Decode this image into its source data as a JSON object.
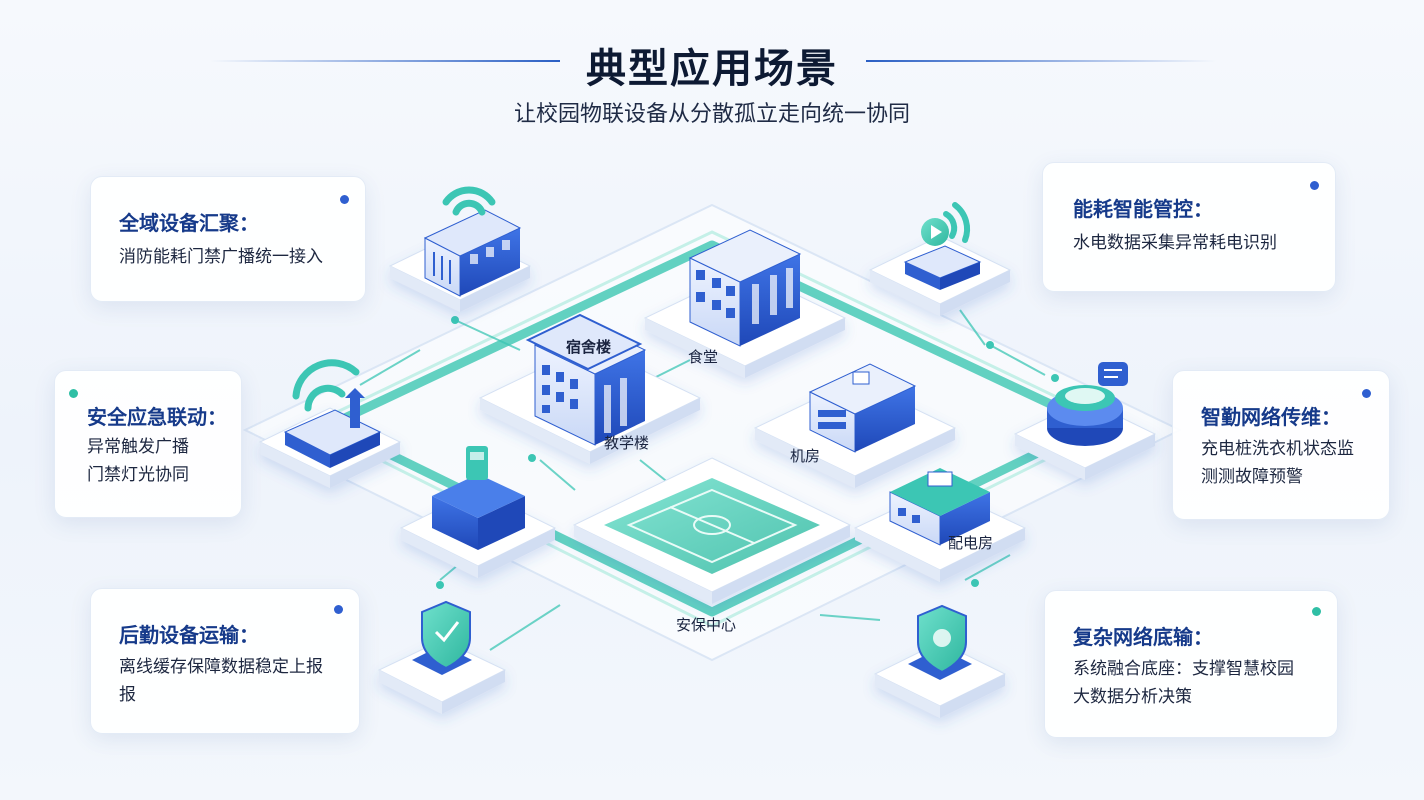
{
  "header": {
    "title": "典型应用场景",
    "subtitle": "让校园物联设备从分散孤立走向统一协同"
  },
  "buildings": {
    "dorm_sign": "宿舍楼",
    "canteen": "食堂",
    "teaching": "教学楼",
    "server_room": "机房",
    "power_room": "配电房",
    "security": "安保中心"
  },
  "cards": [
    {
      "title": "全域设备汇聚：",
      "lines": [
        "消防能耗门禁广播统一接入"
      ]
    },
    {
      "title": "安全应急联动：",
      "lines": [
        "异常触发广播",
        "门禁灯光协同"
      ]
    },
    {
      "title": "后勤设备运输：",
      "lines": [
        "离线缓存保障数据稳定上报",
        "报"
      ]
    },
    {
      "title": "能耗智能管控：",
      "lines": [
        "水电数据采集异常耗电识别"
      ]
    },
    {
      "title": "智勤网络传维：",
      "lines": [
        "充电桩洗衣机状态监",
        "测测故障预警"
      ]
    },
    {
      "title": "复杂网络底输：",
      "lines": [
        "系统融合底座：支撑智慧校园",
        "大数据分析决策"
      ]
    }
  ],
  "colors": {
    "accent_blue": "#2f5fd0",
    "teal": "#3cc6b4",
    "dot_blue": "#2f5fd0",
    "dot_teal": "#2fbfa5"
  }
}
